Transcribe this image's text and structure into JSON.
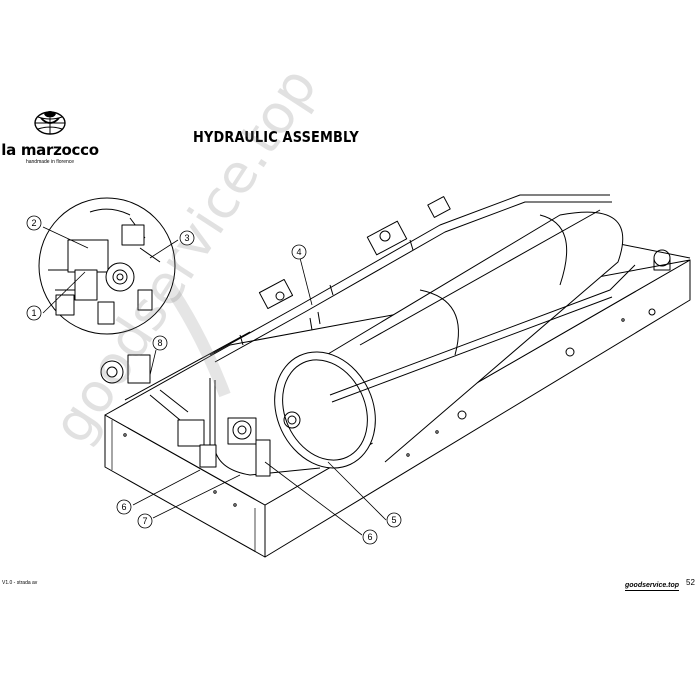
{
  "brand": {
    "name": "la marzocco",
    "tagline": "handmade in florence"
  },
  "title": "HYDRAULIC ASSEMBLY",
  "footer": {
    "version": "V1.0 - strada av",
    "site": "goodservice.top",
    "page": "52"
  },
  "watermark": "goodservice.top",
  "callouts": [
    "1",
    "2",
    "3",
    "4",
    "5",
    "6",
    "6",
    "7",
    "8"
  ]
}
